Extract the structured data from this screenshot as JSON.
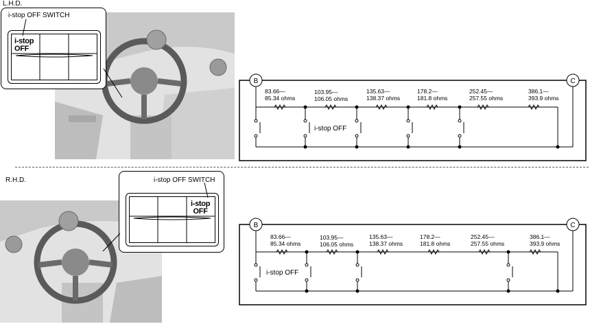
{
  "lhd": {
    "label": "L.H.D.",
    "callout_title": "i-stop OFF SWITCH",
    "switch_line1": "i-stop",
    "switch_line2": "OFF"
  },
  "rhd": {
    "label": "R.H.D.",
    "callout_title": "i-stop OFF SWITCH",
    "switch_line1": "i-stop",
    "switch_line2": "OFF"
  },
  "circuit": {
    "terminal_left": "B",
    "terminal_right": "C",
    "resistors": [
      {
        "top": "83.66—",
        "bottom": "85.34 ohms"
      },
      {
        "top": "103.95—",
        "bottom": "106.05 ohms"
      },
      {
        "top": "135.63—",
        "bottom": "138.37 ohms"
      },
      {
        "top": "178.2—",
        "bottom": "181.8 ohms"
      },
      {
        "top": "252.45—",
        "bottom": "257.55 ohms"
      },
      {
        "top": "386.1—",
        "bottom": "393.9 ohms"
      }
    ],
    "switch_label": "i-stop OFF"
  }
}
